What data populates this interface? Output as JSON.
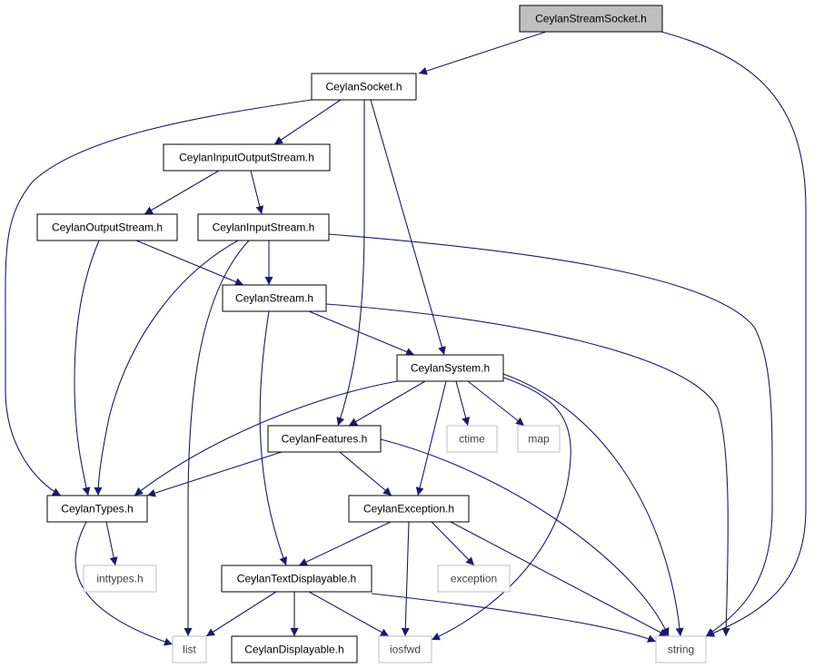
{
  "graph": {
    "nodes": [
      {
        "id": "stream_socket",
        "label": "CeylanStreamSocket.h",
        "style": "root"
      },
      {
        "id": "socket",
        "label": "CeylanSocket.h",
        "style": "file"
      },
      {
        "id": "io_stream",
        "label": "CeylanInputOutputStream.h",
        "style": "file"
      },
      {
        "id": "out_stream",
        "label": "CeylanOutputStream.h",
        "style": "file"
      },
      {
        "id": "in_stream",
        "label": "CeylanInputStream.h",
        "style": "file"
      },
      {
        "id": "stream",
        "label": "CeylanStream.h",
        "style": "file"
      },
      {
        "id": "system",
        "label": "CeylanSystem.h",
        "style": "file"
      },
      {
        "id": "features",
        "label": "CeylanFeatures.h",
        "style": "file"
      },
      {
        "id": "ctime",
        "label": "ctime",
        "style": "external"
      },
      {
        "id": "map",
        "label": "map",
        "style": "external"
      },
      {
        "id": "types",
        "label": "CeylanTypes.h",
        "style": "file"
      },
      {
        "id": "exception_h",
        "label": "CeylanException.h",
        "style": "file"
      },
      {
        "id": "inttypes",
        "label": "inttypes.h",
        "style": "external"
      },
      {
        "id": "exception",
        "label": "exception",
        "style": "external"
      },
      {
        "id": "text_disp",
        "label": "CeylanTextDisplayable.h",
        "style": "file"
      },
      {
        "id": "list",
        "label": "list",
        "style": "external"
      },
      {
        "id": "displayable",
        "label": "CeylanDisplayable.h",
        "style": "file"
      },
      {
        "id": "iosfwd",
        "label": "iosfwd",
        "style": "external"
      },
      {
        "id": "string",
        "label": "string",
        "style": "external"
      }
    ],
    "edges": [
      {
        "from": "stream_socket",
        "to": "socket"
      },
      {
        "from": "stream_socket",
        "to": "string"
      },
      {
        "from": "socket",
        "to": "io_stream"
      },
      {
        "from": "socket",
        "to": "types"
      },
      {
        "from": "socket",
        "to": "features"
      },
      {
        "from": "socket",
        "to": "system"
      },
      {
        "from": "io_stream",
        "to": "out_stream"
      },
      {
        "from": "io_stream",
        "to": "in_stream"
      },
      {
        "from": "out_stream",
        "to": "types"
      },
      {
        "from": "out_stream",
        "to": "stream"
      },
      {
        "from": "in_stream",
        "to": "stream"
      },
      {
        "from": "in_stream",
        "to": "types"
      },
      {
        "from": "in_stream",
        "to": "list"
      },
      {
        "from": "in_stream",
        "to": "string"
      },
      {
        "from": "stream",
        "to": "system"
      },
      {
        "from": "stream",
        "to": "text_disp"
      },
      {
        "from": "stream",
        "to": "string"
      },
      {
        "from": "system",
        "to": "features"
      },
      {
        "from": "system",
        "to": "types"
      },
      {
        "from": "system",
        "to": "exception_h"
      },
      {
        "from": "system",
        "to": "ctime"
      },
      {
        "from": "system",
        "to": "map"
      },
      {
        "from": "system",
        "to": "iosfwd"
      },
      {
        "from": "system",
        "to": "string"
      },
      {
        "from": "features",
        "to": "types"
      },
      {
        "from": "features",
        "to": "exception_h"
      },
      {
        "from": "features",
        "to": "string"
      },
      {
        "from": "types",
        "to": "inttypes"
      },
      {
        "from": "types",
        "to": "list"
      },
      {
        "from": "exception_h",
        "to": "text_disp"
      },
      {
        "from": "exception_h",
        "to": "exception"
      },
      {
        "from": "exception_h",
        "to": "iosfwd"
      },
      {
        "from": "exception_h",
        "to": "string"
      },
      {
        "from": "text_disp",
        "to": "list"
      },
      {
        "from": "text_disp",
        "to": "displayable"
      },
      {
        "from": "text_disp",
        "to": "iosfwd"
      },
      {
        "from": "text_disp",
        "to": "string"
      }
    ]
  },
  "colors": {
    "edge": "#191970",
    "file_border": "#000000",
    "external_border": "#bfbfbf",
    "external_text": "#404040",
    "root_fill": "#bfbfbf",
    "background": "#ffffff"
  }
}
